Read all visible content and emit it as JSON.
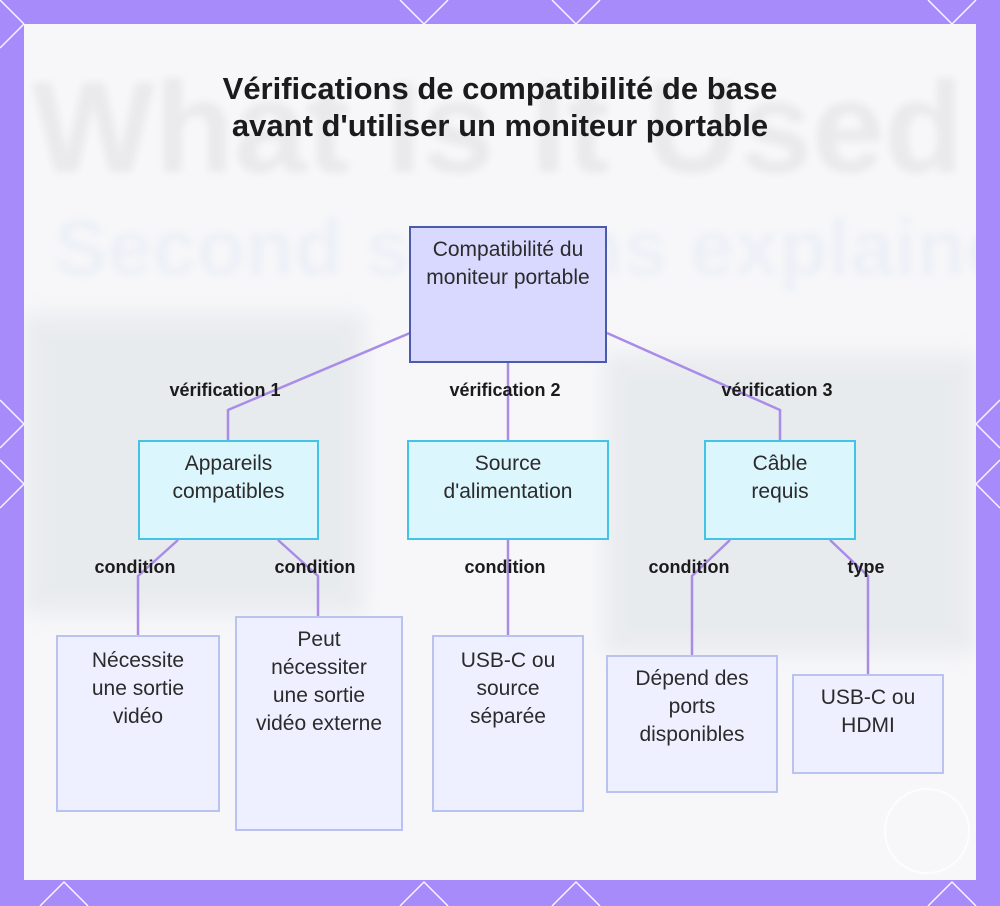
{
  "title": "Vérifications de compatibilité de base avant d'utiliser un moniteur portable",
  "background_text": {
    "line1": "What Is It Used",
    "line2": "Second screens explained"
  },
  "nodes": {
    "root": "Compatibilité du moniteur portable",
    "devices": "Appareils compatibles",
    "power": "Source d'alimentation",
    "cable": "Câble requis",
    "leaf_video_out": "Nécessite une sortie vidéo",
    "leaf_ext_video": "Peut nécessiter une sortie vidéo externe",
    "leaf_usbc_source": "USB-C ou source séparée",
    "leaf_ports": "Dépend des ports disponibles",
    "leaf_usbc_hdmi": "USB-C ou HDMI"
  },
  "edge_labels": {
    "check1": "vérification 1",
    "check2": "vérification 2",
    "check3": "vérification 3",
    "cond_a": "condition",
    "cond_b": "condition",
    "cond_c": "condition",
    "cond_d": "condition",
    "type": "type"
  },
  "colors": {
    "frame": "#a78bfa",
    "edge": "#a98ce8",
    "root_fill": "#d9d9ff",
    "mid_fill": "#dcf6fd",
    "leaf_fill": "#eef0ff"
  }
}
